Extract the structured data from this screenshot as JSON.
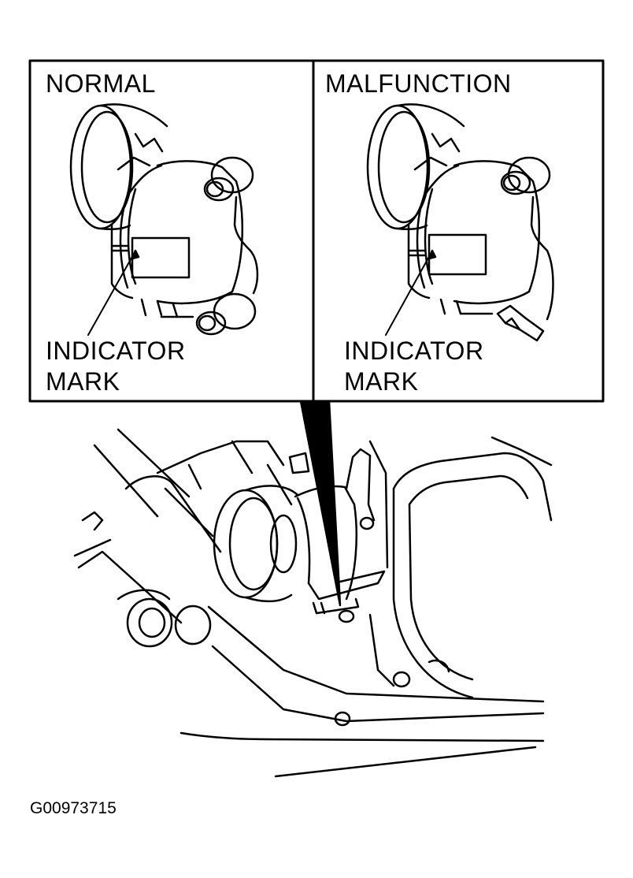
{
  "panels": {
    "normal": {
      "title": "NORMAL",
      "callout_line1": "INDICATOR",
      "callout_line2": "MARK"
    },
    "malfunction": {
      "title": "MALFUNCTION",
      "callout_line1": "INDICATOR",
      "callout_line2": "MARK"
    }
  },
  "figure_id": "G00973715",
  "colors": {
    "ink": "#000000",
    "paper": "#ffffff"
  }
}
